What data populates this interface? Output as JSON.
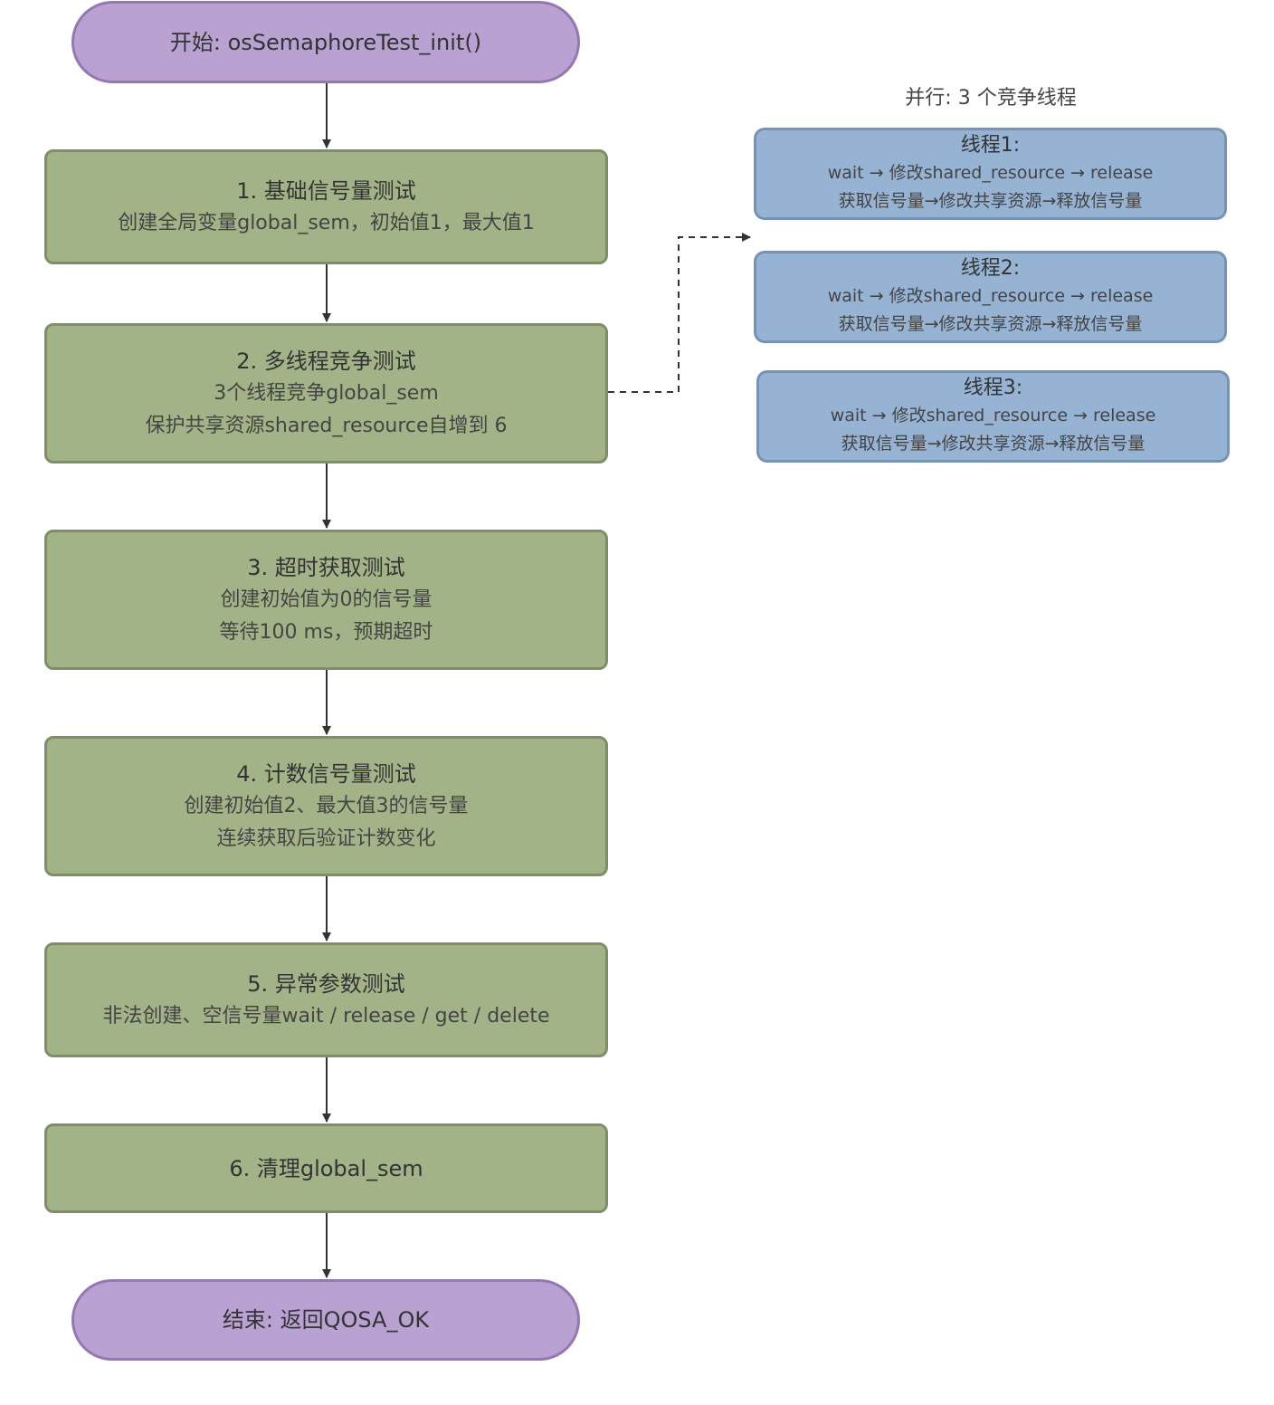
{
  "start": "开始: osSemaphoreTest_init()",
  "end": "结束: 返回QOSA_OK",
  "steps": [
    {
      "title": "1. 基础信号量测试",
      "lines": [
        "创建全局变量global_sem，初始值1，最大值1"
      ]
    },
    {
      "title": "2. 多线程竞争测试",
      "lines": [
        "3个线程竞争global_sem",
        "保护共享资源shared_resource自增到 6"
      ]
    },
    {
      "title": "3. 超时获取测试",
      "lines": [
        "创建初始值为0的信号量",
        "等待100 ms，预期超时"
      ]
    },
    {
      "title": "4. 计数信号量测试",
      "lines": [
        "创建初始值2、最大值3的信号量",
        "连续获取后验证计数变化"
      ]
    },
    {
      "title": "5. 异常参数测试",
      "lines": [
        "非法创建、空信号量wait / release / get / delete"
      ]
    },
    {
      "title": "6. 清理global_sem",
      "lines": []
    }
  ],
  "parallel": {
    "label": "并行: 3 个竞争线程",
    "threads": [
      {
        "title": "线程1:",
        "line1": "wait → 修改shared_resource → release",
        "line2": "获取信号量→修改共享资源→释放信号量"
      },
      {
        "title": "线程2:",
        "line1": "wait → 修改shared_resource → release",
        "line2": "获取信号量→修改共享资源→释放信号量"
      },
      {
        "title": "线程3:",
        "line1": "wait → 修改shared_resource → release",
        "line2": "获取信号量→修改共享资源→释放信号量"
      }
    ]
  },
  "colors": {
    "terminal_fill": "#b9a1d2",
    "step_fill": "#a3b388",
    "thread_fill": "#97b3d3",
    "arrow": "#333333"
  }
}
